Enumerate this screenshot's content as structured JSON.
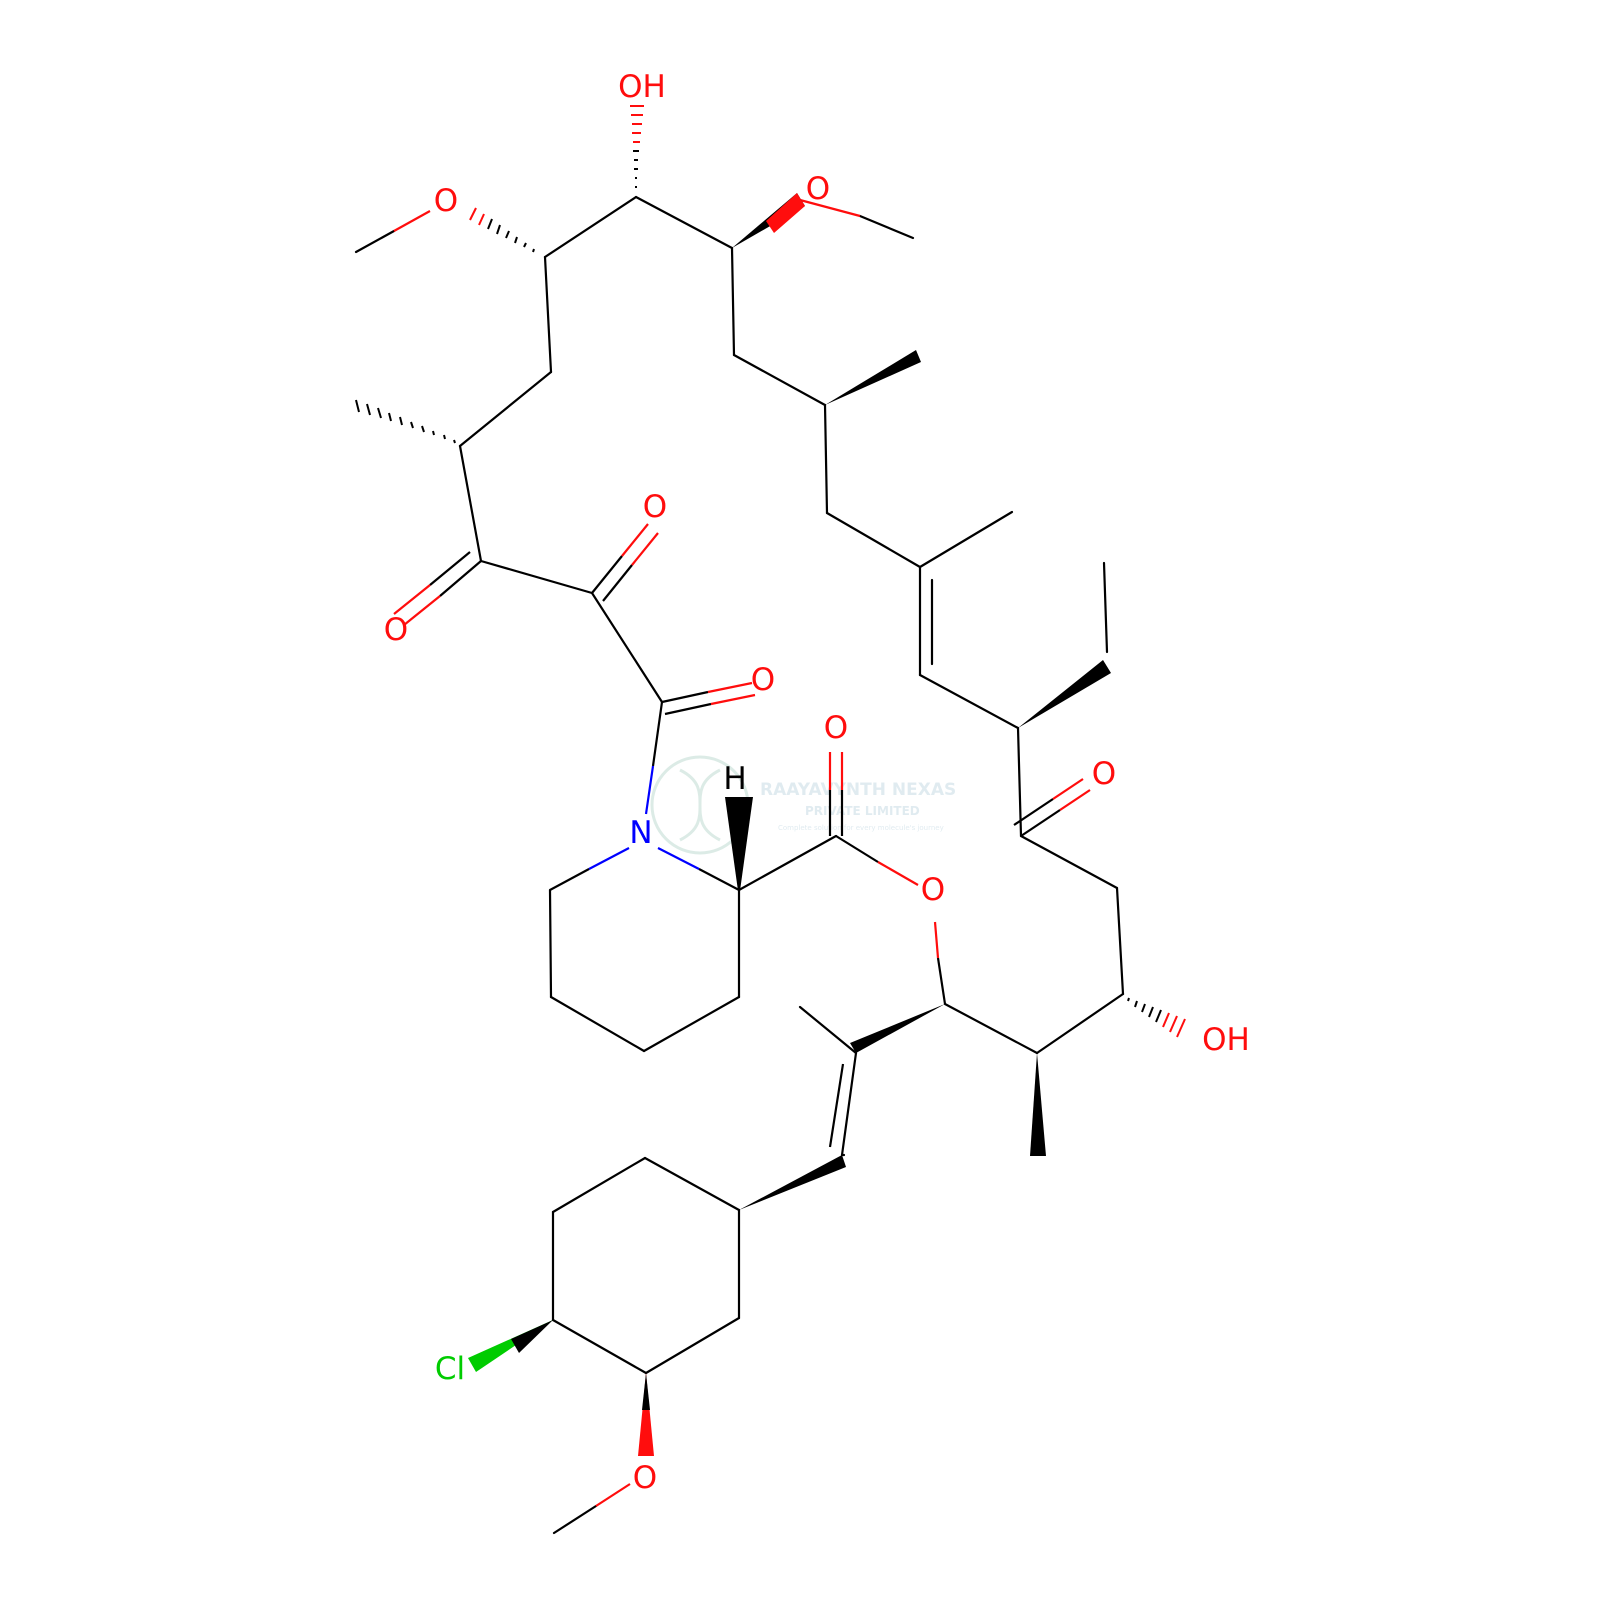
{
  "atom_labels": {
    "oh_top": "OH",
    "o_methoxy_left": "O",
    "o_methoxy_right": "O",
    "o_ketone_left": "O",
    "o_ketone_top": "O",
    "o_amide": "O",
    "n_ring": "N",
    "h_stereo": "H",
    "o_ester_carbonyl": "O",
    "o_ester": "O",
    "o_ketone_right": "O",
    "oh_right": "OH",
    "cl": "Cl",
    "o_methoxy_bottom": "O"
  },
  "colors": {
    "bond": "#000000",
    "oxygen": "#ff0d0d",
    "nitrogen": "#0000ff",
    "chlorine": "#00cc00",
    "hydrogen": "#000000"
  },
  "watermark": {
    "line1": "RAAYAVYNTH NEXAS",
    "line2": "PRIVATE LIMITED",
    "line3": "Complete solution for every molecule's journey"
  }
}
